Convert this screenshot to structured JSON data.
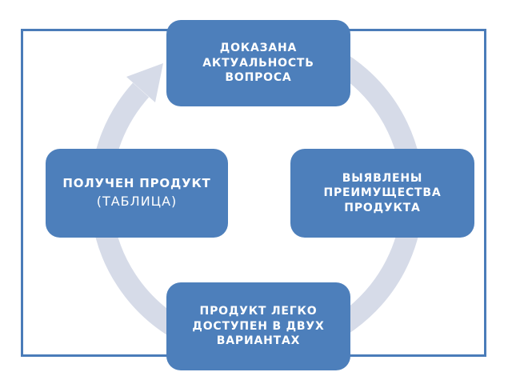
{
  "diagram": {
    "kind": "cycle",
    "direction": "clockwise",
    "nodes": [
      {
        "id": "top",
        "label": "ДОКАЗАНА\nАКТУАЛЬНОСТЬ\nВОПРОСА"
      },
      {
        "id": "right",
        "label": "ВЫЯВЛЕНЫ\nПРЕИМУЩЕСТВА\nПРОДУКТА"
      },
      {
        "id": "bottom",
        "label": "ПРОДУКТ ЛЕГКО\nДОСТУПЕН В ДВУХ\nВАРИАНТАХ"
      },
      {
        "id": "left",
        "title": "ПОЛУЧЕН ПРОДУКТ",
        "subtitle": "(ТАБЛИЦА)"
      }
    ],
    "colors": {
      "node_fill": "#4d7fbb",
      "ring": "#d6dbe8",
      "frame_border": "#4a7cb9",
      "text": "#ffffff",
      "background": "#ffffff"
    }
  }
}
